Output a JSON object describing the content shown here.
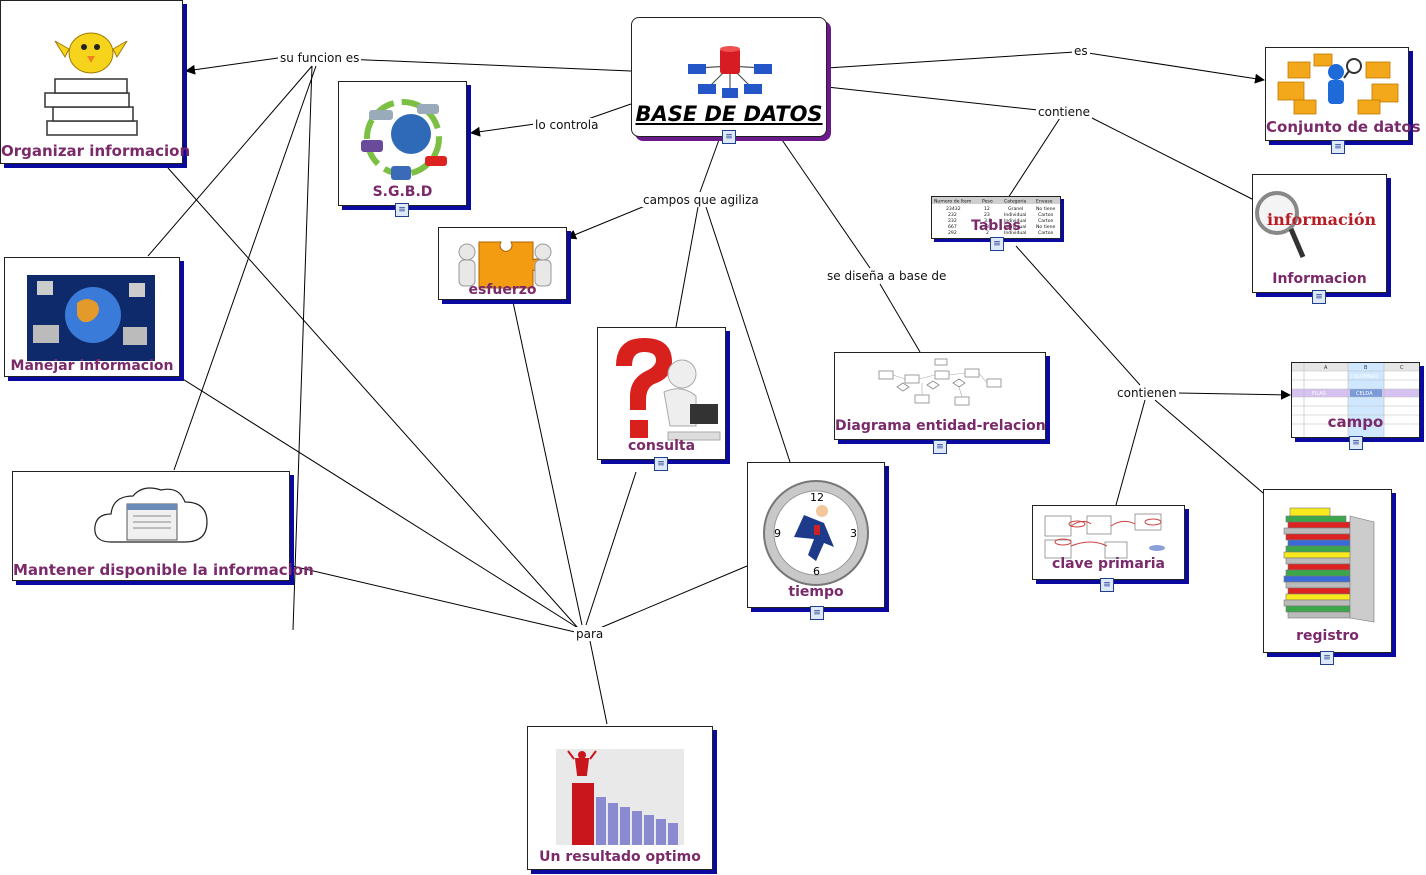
{
  "colors": {
    "node_shadow": "#0a0aa0",
    "main_shadow": "#6a1a8a",
    "label": "#7a2a6a"
  },
  "main": {
    "title": "BASE DE DATOS",
    "icon": "database-server-icon"
  },
  "nodes": {
    "organizar": "Organizar informacion",
    "sgbd": "S.G.B.D",
    "esfuerzo": "esfuerzo",
    "manejar": "Manejar informacion",
    "consulta": "consulta",
    "mantener": "Mantener disponible la informacion",
    "tiempo": "tiempo",
    "diagrama": "Diagrama entidad-relacion",
    "tablas": "Tablas",
    "conjunto": "Conjunto de datos",
    "informacion": "Informacion",
    "campo": "campo",
    "clave": "clave primaria",
    "registro": "registro",
    "resultado": "Un resultado optimo"
  },
  "links": {
    "su_funcion": "su funcion es",
    "lo_controla": "lo controla",
    "campos": "campos que agiliza",
    "es": "es",
    "contiene": "contiene",
    "se_disena": "se diseña a base de",
    "contienen": "contienen",
    "para": "para"
  },
  "image_text": {
    "informacion_img": "información",
    "tablas_headers": [
      "Numero de Item",
      "Peso",
      "Categoria",
      "Envase"
    ],
    "tablas_rows": [
      [
        "23432",
        "12",
        "Granel",
        "No tiene"
      ],
      [
        "232",
        "23",
        "Individual",
        "Carton"
      ],
      [
        "232",
        "3.8",
        "Individual",
        "Carton"
      ],
      [
        "667",
        "3",
        "Individual",
        "No tiene"
      ],
      [
        "292",
        "2",
        "Individual",
        "Carton"
      ]
    ],
    "campo_cols": [
      "A",
      "B",
      "C"
    ],
    "campo_columnas": "COLUMNAS",
    "campo_filas": "FILAS",
    "campo_celda": "CELDA",
    "reloj": [
      "12",
      "3",
      "6",
      "9"
    ]
  }
}
